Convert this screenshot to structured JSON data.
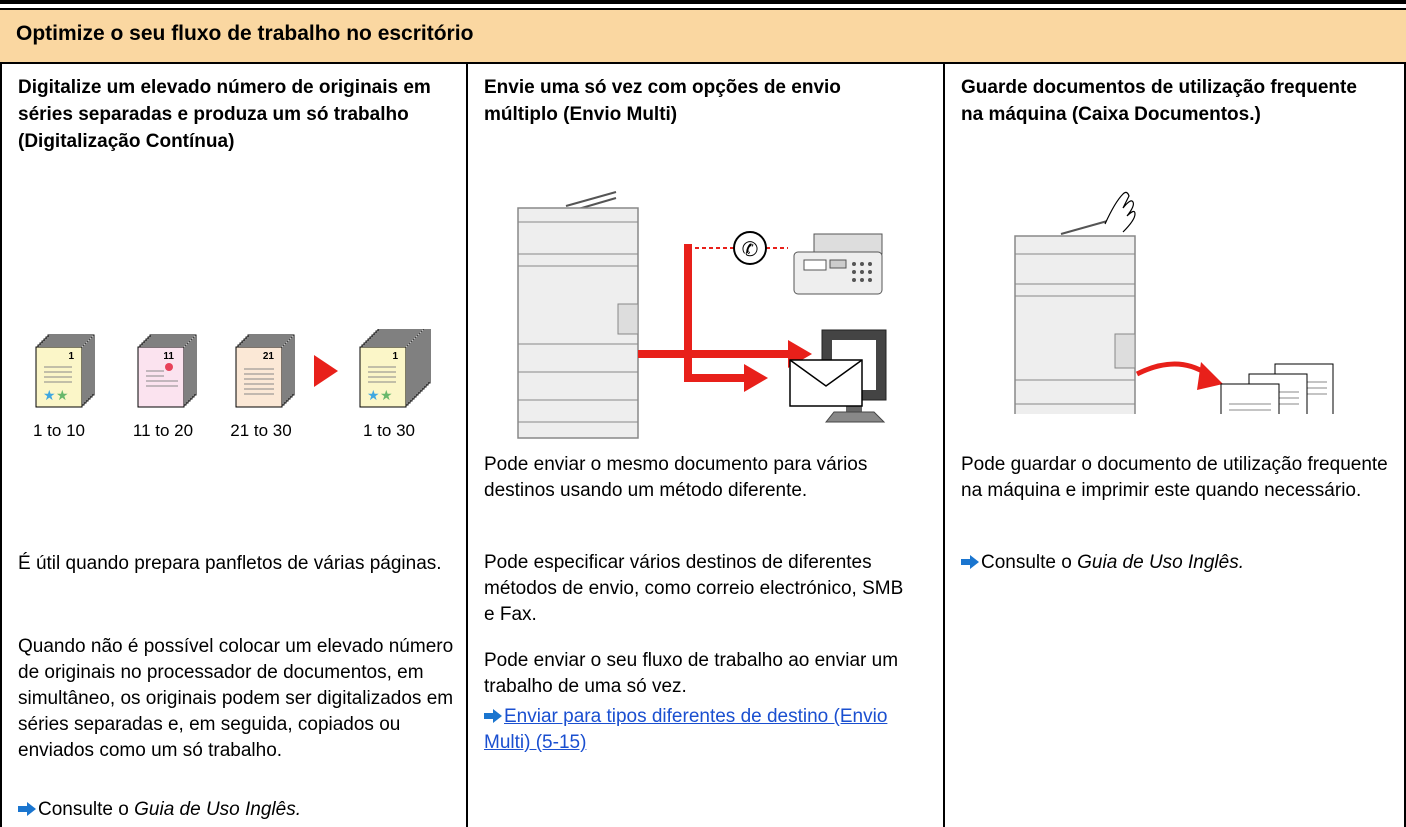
{
  "header": {
    "title": "Optimize o seu fluxo de trabalho no escritório"
  },
  "col1": {
    "heading": "Digitalize um elevado número de originais em séries separadas e produza um só trabalho (Digitalização Contínua)",
    "stacks": [
      {
        "page_no": "1",
        "label": "1 to 10"
      },
      {
        "page_no": "11",
        "label": "11 to 20"
      },
      {
        "page_no": "21",
        "label": "21 to 30"
      },
      {
        "page_no": "1",
        "label": "1 to 30"
      }
    ],
    "para1": "É útil quando prepara panfletos de várias páginas.",
    "para2": "Quando não é possível colocar um elevado número de originais no processador de documentos, em simultâneo, os originais podem ser digitalizados em séries separadas e, em seguida, copiados ou enviados como um só trabalho.",
    "ref_prefix": "Consulte o ",
    "ref_italic": "Guia de Uso Inglês."
  },
  "col2": {
    "heading": "Envie uma só vez com opções de envio múltiplo (Envio Multi)",
    "para1": "Pode enviar o mesmo documento para vários destinos usando um método diferente.",
    "para2": "Pode especificar vários destinos de diferentes métodos de envio, como correio electrónico, SMB e Fax.",
    "para3": "Pode enviar o seu fluxo de trabalho ao enviar um trabalho de uma só vez.",
    "link": "Enviar para tipos diferentes de destino (Envio Multi) (5-15)"
  },
  "col3": {
    "heading": "Guarde documentos de utilização frequente na máquina (Caixa Documentos.)",
    "para1": "Pode guardar o documento de utilização frequente na máquina e imprimir este quando necessário.",
    "ref_prefix": "Consulte o ",
    "ref_italic": "Guia de Uso Inglês."
  },
  "colors": {
    "header_bg": "#fad7a1",
    "accent_red": "#e8201a",
    "ref_arrow": "#1a75cf",
    "link": "#1a4fd0"
  }
}
